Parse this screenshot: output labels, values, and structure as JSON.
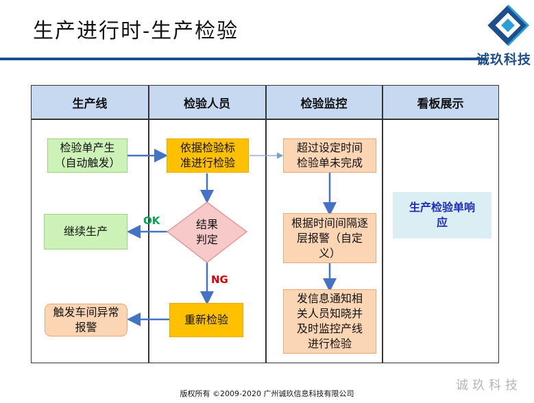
{
  "title": "生产进行时-生产检验",
  "logo": {
    "text": "诚玖科技"
  },
  "lanes": [
    "生产线",
    "检验人员",
    "检验监控",
    "看板展示"
  ],
  "nodes": {
    "inspect_sheet": "检验单产生（自动触发）",
    "inspect_by_std": "依据检验标准进行检验",
    "result": "结果判定",
    "continue": "继续生产",
    "trigger_alarm": "触发车间异常报警",
    "reinspect": "重新检验",
    "overtime": "超过设定时间检验单未完成",
    "escalate": "根据时间间隔逐层报警（自定义）",
    "notify": "发信息通知相关人员知晓并及时监控产线进行检验",
    "board": "生产检验单响应"
  },
  "labels": {
    "ok": "OK",
    "ng": "NG"
  },
  "footer": "版权所有 ©2009-2020 广州诚玖信息科技有限公司",
  "watermark": "诚玖科技",
  "colors": {
    "accent": "#1f4e8c",
    "arrow": "#4472c4",
    "ok": "#00a651",
    "ng": "#e00000"
  }
}
